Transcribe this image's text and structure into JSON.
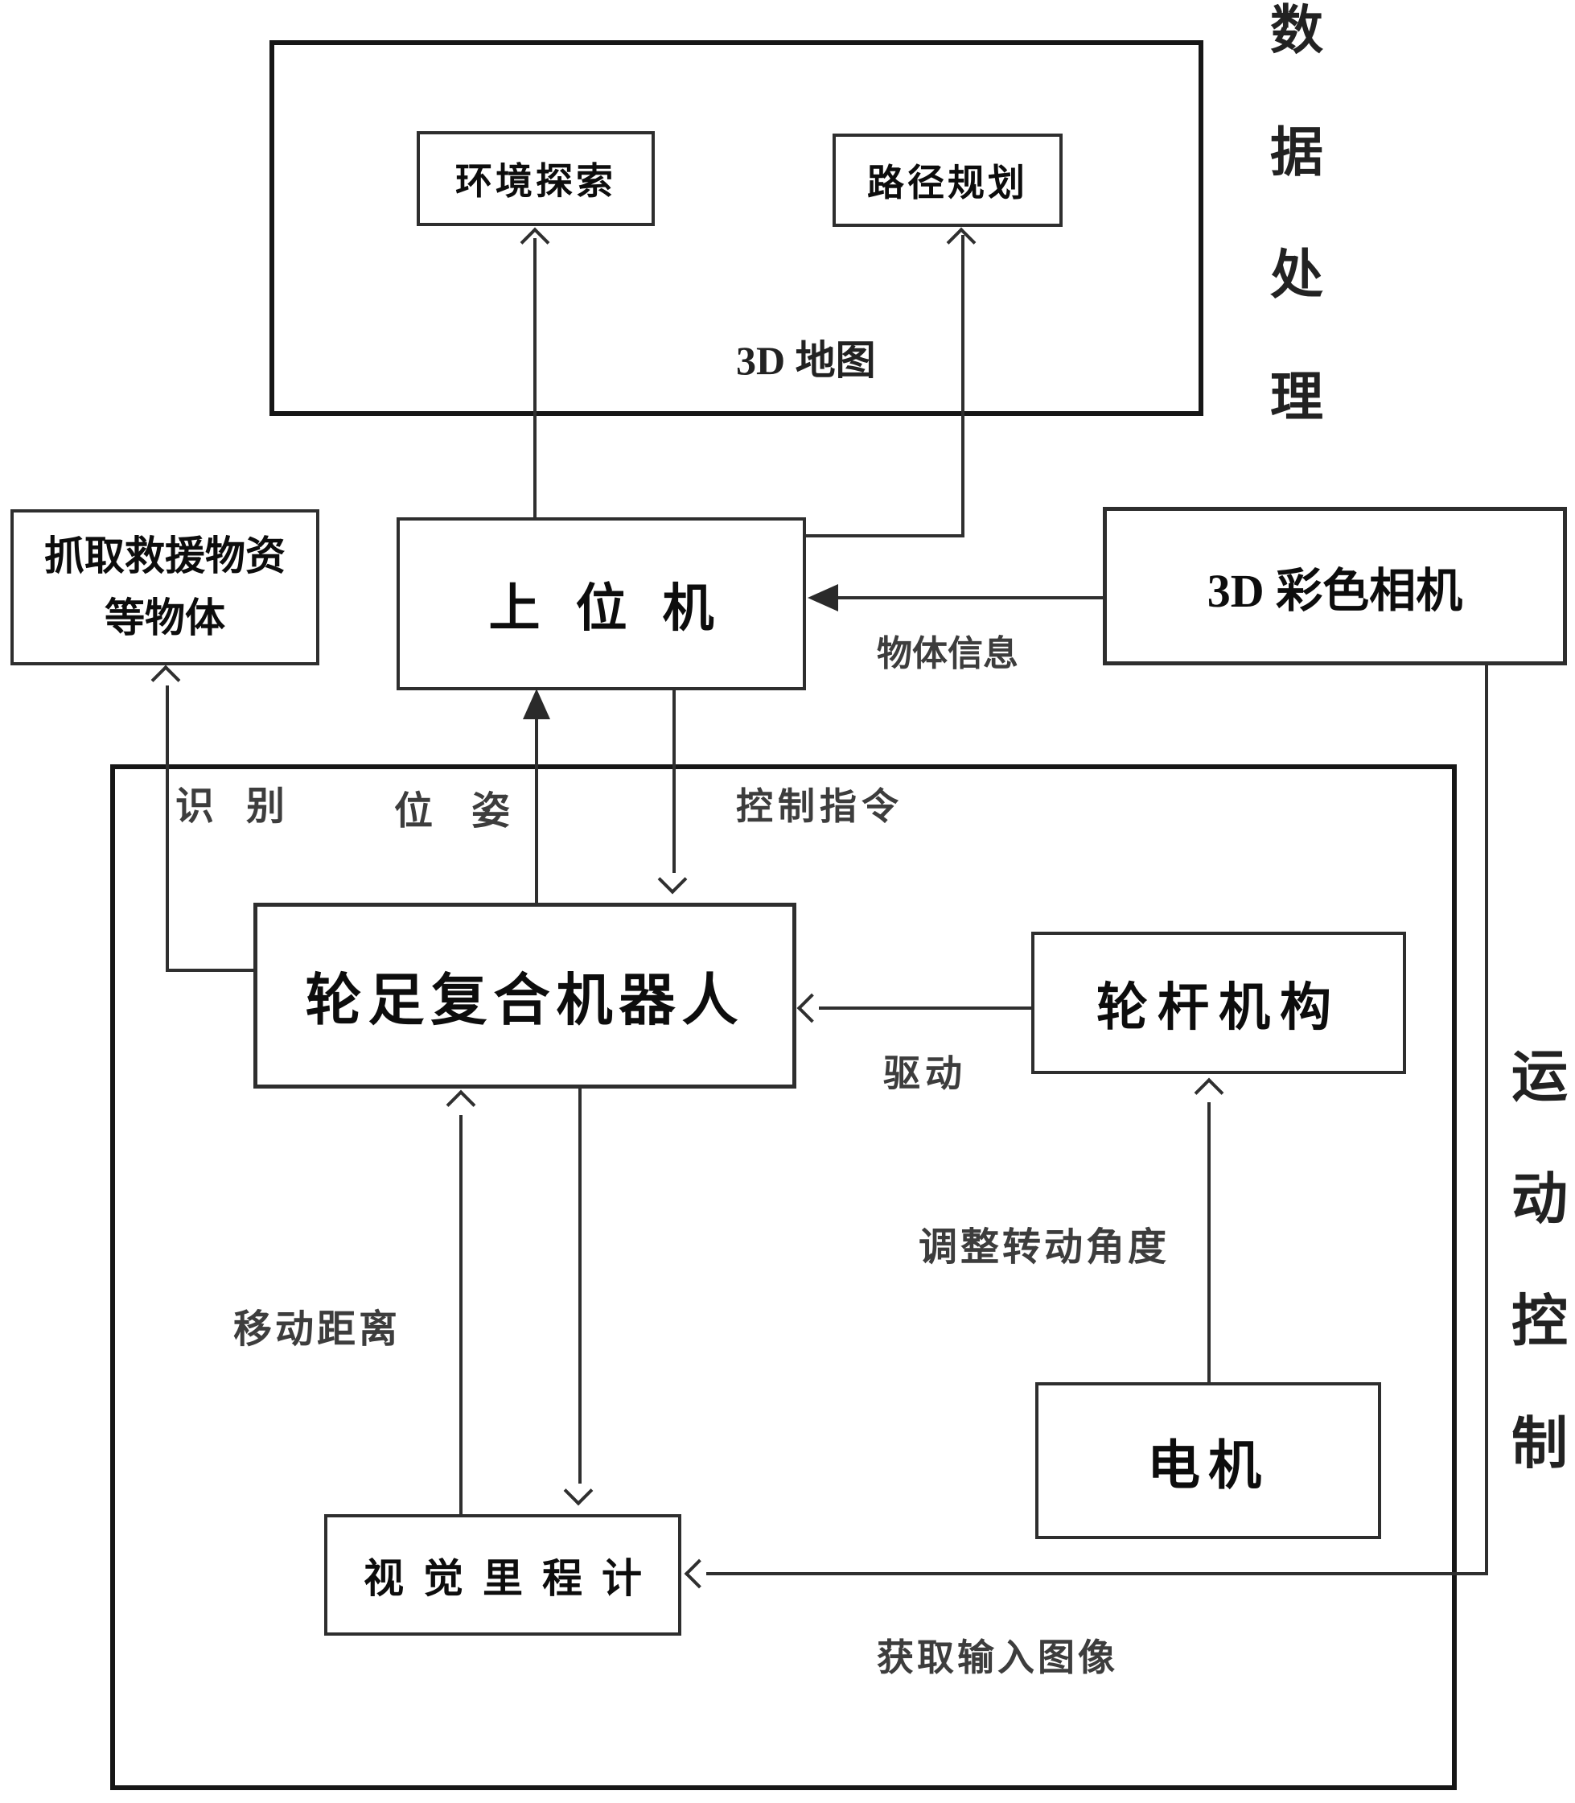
{
  "diagram": {
    "title_regions": {
      "data_processing": {
        "text": "数据处理",
        "chars": [
          "数",
          "据",
          "处",
          "理"
        ]
      },
      "motion_control": {
        "text": "运动控制",
        "chars": [
          "运",
          "动",
          "控",
          "制"
        ]
      }
    },
    "boxes": {
      "env_explore": "环境探索",
      "path_plan": "路径规划",
      "host": "上位机",
      "grasp_line1": "抓取救援物资",
      "grasp_line2": "等物体",
      "camera": "3D 彩色相机",
      "robot": "轮足复合机器人",
      "wheel_rod": "轮杆机构",
      "motor": "电机",
      "odometry": "视觉里程计"
    },
    "inner_labels": {
      "map_3d": "3D 地图"
    },
    "edge_labels": {
      "object_info": "物体信息",
      "recognize": "识别",
      "pose": "位姿",
      "control_cmd": "控制指令",
      "drive": "驱动",
      "adjust_angle": "调整转动角度",
      "move_distance": "移动距离",
      "get_image": "获取输入图像"
    },
    "colors": {
      "background": "#ffffff",
      "line": "#2f2f2f",
      "box_border": "#2e2e2e",
      "outer_border": "#161616",
      "box_text": "#0d0d0d",
      "edge_label_text": "#3d3d3d"
    }
  }
}
